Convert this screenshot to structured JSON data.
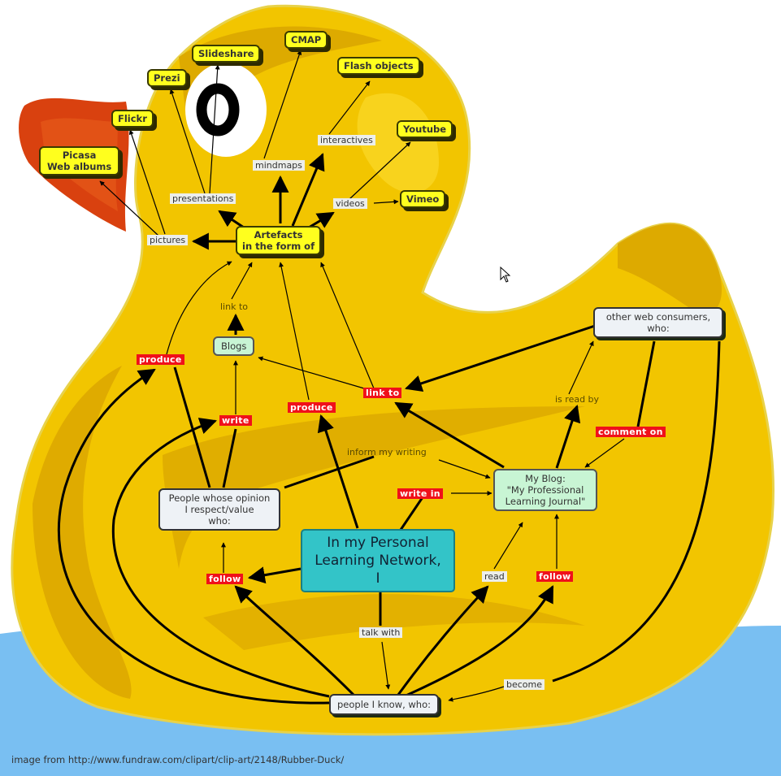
{
  "colors": {
    "duck_body": "#f2c500",
    "duck_shade": "#d9a400",
    "duck_highlight": "#fbd92a",
    "beak": "#d9410f",
    "beak_inner": "#e55a1a",
    "water": "#79bff2",
    "concept_yellow": "#ffff1e",
    "concept_teal": "#33c4c8",
    "concept_mint": "#c8f5d4",
    "concept_white": "#eef2f6",
    "link_red": "#f0101a"
  },
  "concepts": {
    "center": "In my Personal Learning Network, I",
    "center_lines": [
      "In my Personal",
      "Learning Network,",
      "I"
    ],
    "artefacts_lines": [
      "Artefacts",
      "in the form of"
    ],
    "blogs": "Blogs",
    "my_blog_lines": [
      "My Blog:",
      "\"My Professional",
      "Learning Journal\""
    ],
    "people_opinion_lines": [
      "People whose opinion",
      "I respect/value",
      "who:"
    ],
    "other_consumers_lines": [
      "other web consumers,",
      "who:"
    ],
    "people_know": "people I know, who:",
    "slideshare": "Slideshare",
    "cmap": "CMAP",
    "prezi": "Prezi",
    "flash": "Flash objects",
    "flickr": "Flickr",
    "youtube": "Youtube",
    "picasa_lines": [
      "Picasa",
      "Web albums"
    ],
    "vimeo": "Vimeo"
  },
  "links": {
    "presentations": "presentations",
    "mindmaps": "mindmaps",
    "interactives": "interactives",
    "videos": "videos",
    "pictures": "pictures",
    "link_to_top": "link to",
    "produce_left": "produce",
    "produce_mid": "produce",
    "link_to_red": "link to",
    "write": "write",
    "is_read_by": "is read by",
    "comment_on": "comment on",
    "inform_my_writing": "inform my writing",
    "write_in": "write in",
    "follow_left": "follow",
    "read": "read",
    "follow_right": "follow",
    "talk_with": "talk with",
    "become": "become"
  },
  "caption": "image from http://www.fundraw.com/clipart/clip-art/2148/Rubber-Duck/"
}
